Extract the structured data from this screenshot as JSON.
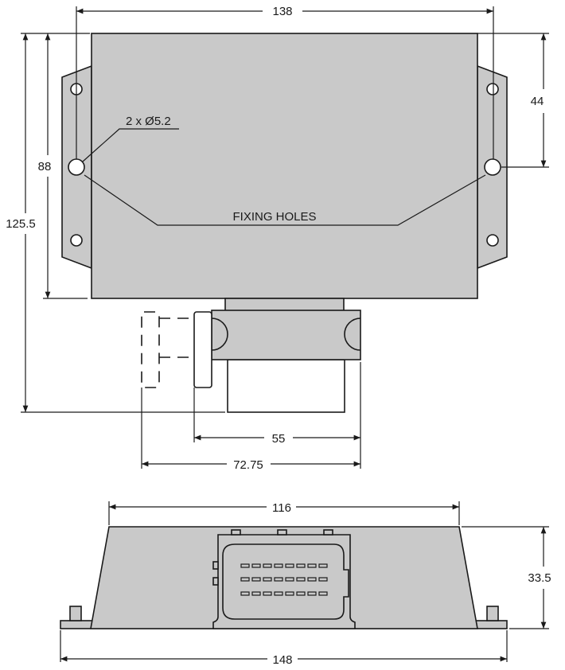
{
  "top_view": {
    "dim_width_holes": "138",
    "dim_hole_offset": "44",
    "dim_hole_spacing": "88",
    "dim_total_depth": "125.5",
    "hole_label": "2 x Ø5.2",
    "fixing_label": "FIXING HOLES",
    "dim_connector": "55",
    "dim_connector_latch": "72.75"
  },
  "side_view": {
    "dim_top_width": "116",
    "dim_height": "33.5",
    "dim_base_width": "148"
  },
  "colors": {
    "body": "#c9c9c9",
    "line": "#1a1a1a"
  }
}
